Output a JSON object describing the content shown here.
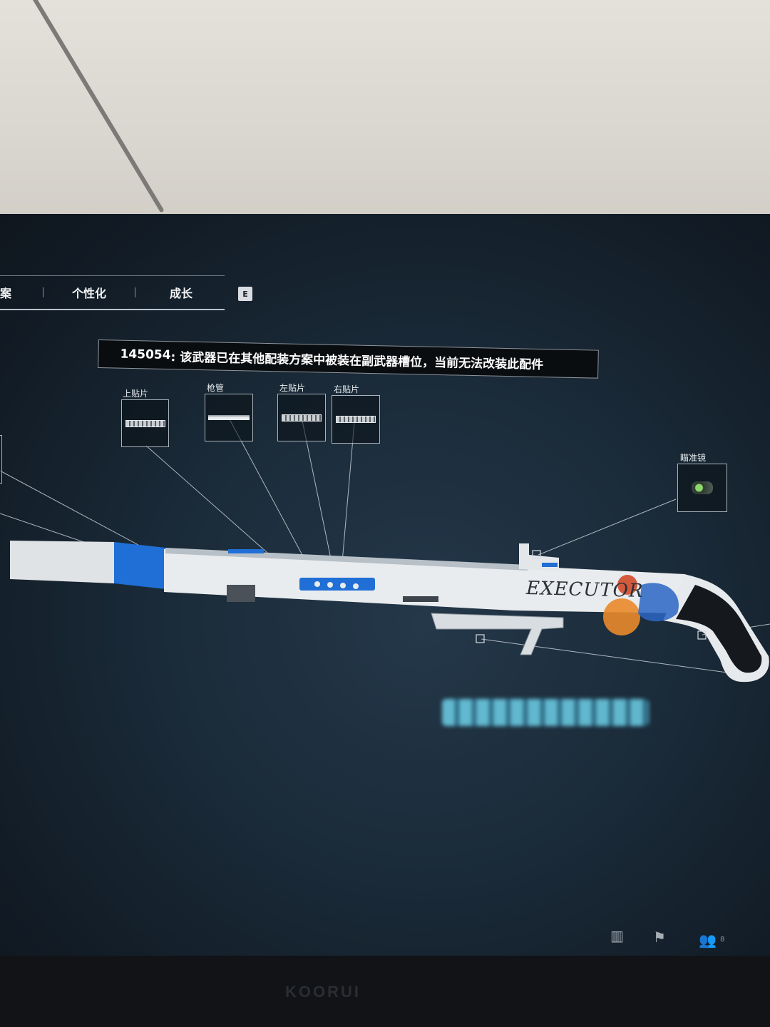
{
  "tabs": [
    {
      "label": "案"
    },
    {
      "label": "个性化"
    },
    {
      "label": "成长"
    }
  ],
  "key_hint": "E",
  "banner": {
    "code": "145054",
    "message": ": 该武器已在其他配装方案中被装在副武器槽位，当前无法改装此配件"
  },
  "slots": {
    "top_patch": "上贴片",
    "barrel": "枪管",
    "left_patch": "左贴片",
    "right_patch": "右贴片",
    "scope": "瞄准镜"
  },
  "weapon": {
    "skin_text": "EXECUTOR"
  },
  "monitor_brand": "KOORUI",
  "bottom_bar": {
    "party_count": "8"
  }
}
